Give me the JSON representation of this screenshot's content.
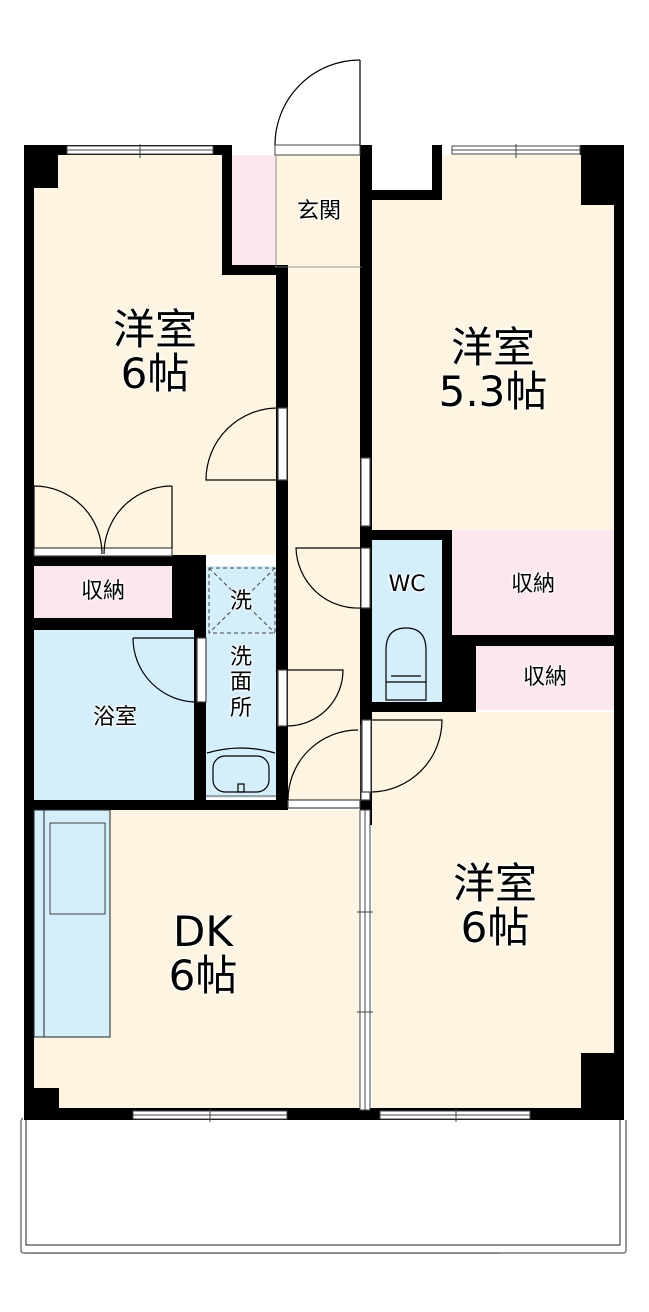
{
  "floorplan": {
    "colors": {
      "room": "#fdf5e1",
      "storage": "#fce7ee",
      "wet": "#d4eefa",
      "wall": "#000000",
      "window": "#ffffff"
    },
    "rooms": [
      {
        "id": "western-room-nw",
        "name": "洋室",
        "size": "6帖"
      },
      {
        "id": "western-room-ne",
        "name": "洋室",
        "size": "5.3帖"
      },
      {
        "id": "western-room-se",
        "name": "洋室",
        "size": "6帖"
      },
      {
        "id": "dk",
        "name": "DK",
        "size": "6帖"
      },
      {
        "id": "entrance",
        "name": "玄関"
      },
      {
        "id": "bathroom",
        "name": "浴室"
      },
      {
        "id": "washroom",
        "name": "洗面所",
        "chars": [
          "洗",
          "面",
          "所"
        ]
      },
      {
        "id": "washer",
        "name": "洗"
      },
      {
        "id": "toilet",
        "name": "WC"
      },
      {
        "id": "storage-w",
        "name": "収納"
      },
      {
        "id": "storage-e1",
        "name": "収納"
      },
      {
        "id": "storage-e2",
        "name": "収納"
      }
    ]
  }
}
